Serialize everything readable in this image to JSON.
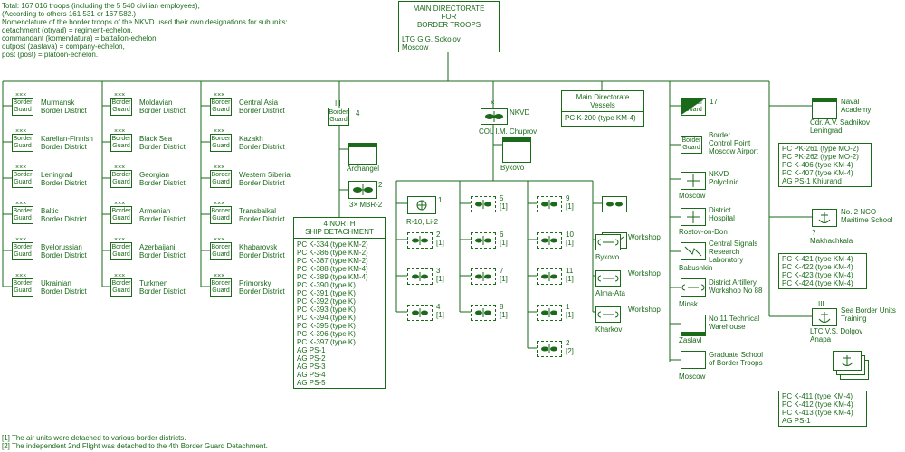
{
  "notes": {
    "total": "Total: 167 016 troops (including the 5 540 civilian employees),",
    "others": "(According to others 161 531 or 167 582.)",
    "nomen": "Nomenclature of the border troops of the NKVD used their own designations for subunits:",
    "n1": "detachment (otryad) = regiment-echelon,",
    "n2": "commandant (komendatura) = battalion-echelon,",
    "n3": "outpost (zastava) = company-echelon,",
    "n4": "post (post) = platoon-echelon."
  },
  "main": {
    "title1": "MAIN DIRECTORATE",
    "title2": "FOR",
    "title3": "BORDER TROOPS",
    "commander": "LTG G.G. Sokolov",
    "location": "Moscow"
  },
  "symbol_text": "Border Guard",
  "marks": {
    "army": "×××",
    "regt": "III",
    "sqn": "×"
  },
  "districts": [
    {
      "name": "Murmansk\nBorder District"
    },
    {
      "name": "Karelian-Finnish\nBorder District"
    },
    {
      "name": "Leningrad\nBorder District"
    },
    {
      "name": "Baltic\nBorder District"
    },
    {
      "name": "Byelorussian\nBorder District"
    },
    {
      "name": "Ukrainian\nBorder District"
    },
    {
      "name": "Moldavian\nBorder District"
    },
    {
      "name": "Black Sea\nBorder District"
    },
    {
      "name": "Georgian\nBorder District"
    },
    {
      "name": "Armenian\nBorder District"
    },
    {
      "name": "Azerbaijani\nBorder District"
    },
    {
      "name": "Turkmen\nBorder District"
    },
    {
      "name": "Central Asia\nBorder District"
    },
    {
      "name": "Kazakh\nBorder District"
    },
    {
      "name": "Western Siberia\nBorder District"
    },
    {
      "name": "Transbaikal\nBorder District"
    },
    {
      "name": "Khabarovsk\nBorder District"
    },
    {
      "name": "Primorsky\nBorder District"
    }
  ],
  "bg4": {
    "num": "4",
    "archangel": "Archangel",
    "mbr_num": "2",
    "mbr": "3× MBR-2",
    "ship_title1": "4 NORTH",
    "ship_title2": "SHIP DETACHMENT",
    "ships": [
      "PC K-334 (type KM-2)",
      "PC K-386 (type KM-2)",
      "PC K-387 (type KM-2)",
      "PC K-388 (type KM-4)",
      "PC K-389 (type KM-4)",
      "PC K-390 (type K)",
      "PC K-391 (type K)",
      "PC K-392 (type K)",
      "PC K-393 (type K)",
      "PC K-394 (type K)",
      "PC K-395 (type K)",
      "PC K-396 (type K)",
      "PC K-397 (type K)",
      "AG PS-1",
      "AG PS-2",
      "AG PS-3",
      "AG PS-4",
      "AG PS-5"
    ]
  },
  "nkvd": {
    "label": "NKVD",
    "commander": "COL I.M. Chuprov",
    "bykovo": "Bykovo",
    "r10": "R-10, Li-2",
    "flights_col1": [
      {
        "n": "1",
        "f": ""
      },
      {
        "n": "2",
        "f": "[1]"
      },
      {
        "n": "3",
        "f": "[1]"
      },
      {
        "n": "4",
        "f": "[1]"
      }
    ],
    "flights_col2": [
      {
        "n": "5",
        "f": "[1]"
      },
      {
        "n": "6",
        "f": "[1]"
      },
      {
        "n": "7",
        "f": "[1]"
      },
      {
        "n": "8",
        "f": "[1]"
      }
    ],
    "flights_col3": [
      {
        "n": "9",
        "f": "[1]"
      },
      {
        "n": "10",
        "f": "[1]"
      },
      {
        "n": "11",
        "f": "[1]"
      },
      {
        "n": "1",
        "f": "[1]"
      },
      {
        "n": "2",
        "f": "[2]"
      }
    ],
    "workshop": "Workshop",
    "ws_locs": [
      "Bykovo",
      "Alma-Ata",
      "Kharkov"
    ]
  },
  "vessels": {
    "title1": "Main Directorate",
    "title2": "Vessels",
    "ship": "PC K-200 (type KM-4)"
  },
  "right": {
    "r17": "17",
    "airport1": "Border",
    "airport2": "Control Point",
    "airport3": "Moscow Airport",
    "poly1": "NKVD",
    "poly2": "Polyclinic",
    "poly_loc": "Moscow",
    "hosp1": "District",
    "hosp2": "Hospital",
    "hosp_loc": "Rostov-on-Don",
    "sig1": "Central Signals",
    "sig2": "Research",
    "sig3": "Laboratory",
    "sig_loc": "Babushkin",
    "art1": "District Artillery",
    "art2": "Workshop No 88",
    "art_loc": "Minsk",
    "wh1": "No 11 Technical",
    "wh2": "Warehouse",
    "wh_loc": "Zaslavl",
    "gs1": "Graduate School",
    "gs2": "of Border Troops",
    "gs_loc": "Moscow"
  },
  "far": {
    "naval1": "Naval",
    "naval2": "Academy",
    "naval_cdr": "Cdr. A.V. Sadnikov",
    "naval_loc": "Leningrad",
    "naval_ships": [
      "PC PK-261 (type MO-2)",
      "PC PK-262 (type MO-2)",
      "PC K-406 (type KM-4)",
      "PC K-407 (type KM-4)",
      "AG PS-1 Khiurand"
    ],
    "nco1": "No. 2 NCO",
    "nco2": "Maritime School",
    "nco_q": "?",
    "nco_loc": "Makhachkala",
    "nco_ships": [
      "PC K-421 (type KM-4)",
      "PC K-422 (type KM-4)",
      "PC K-423 (type KM-4)",
      "PC K-424 (type KM-4)"
    ],
    "sea1": "Sea Border Units",
    "sea2": "Training",
    "sea_cdr": "LTC V.S. Dolgov",
    "sea_loc": "Anapa",
    "sea_ships": [
      "PC K-411 (type KM-4)",
      "PC K-412 (type KM-4)",
      "PC K-413 (type KM-4)",
      "AG PS-1"
    ]
  },
  "footnotes": {
    "f1": "[1] The air units were detached to various border districts.",
    "f2": "[2] The independent 2nd Flight was detached to the 4th Border Guard Detachment."
  },
  "colors": {
    "ink": "#1a6a1a"
  }
}
